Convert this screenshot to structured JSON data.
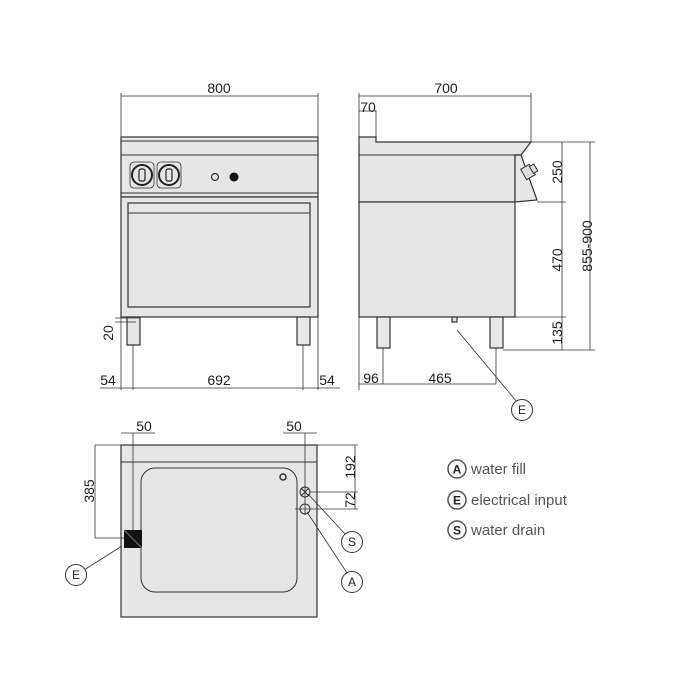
{
  "front_view": {
    "width": "800",
    "foot_offset": "20",
    "left_margin": "54",
    "leg_span": "692",
    "right_margin": "54"
  },
  "side_view": {
    "depth": "700",
    "backsplash": "70",
    "panel_height": "250",
    "cabinet_height": "470",
    "leg_height": "135",
    "total_height": "855-900",
    "rear_leg_offset": "96",
    "leg_span": "465",
    "callout": "E"
  },
  "plan_view": {
    "left_offset": "50",
    "right_offset": "50",
    "e_depth": "385",
    "s_depth": "192",
    "a_spacing": "72",
    "callouts": [
      "E",
      "S",
      "A"
    ]
  },
  "legend": [
    {
      "key": "A",
      "label": "water fill"
    },
    {
      "key": "E",
      "label": "electrical input"
    },
    {
      "key": "S",
      "label": "water drain"
    }
  ]
}
